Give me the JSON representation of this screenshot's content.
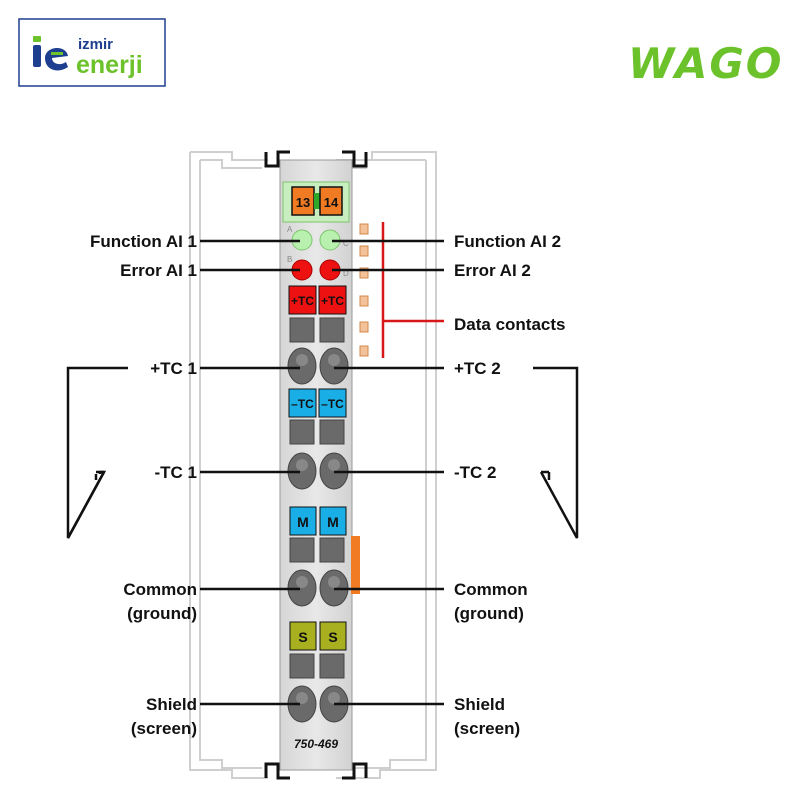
{
  "logos": {
    "izmir_line1": "izmir",
    "izmir_line2": "enerji",
    "wago": "WAGO"
  },
  "module": {
    "model": "750-469",
    "connector_left": "13",
    "connector_right": "14",
    "led_letters": [
      "A",
      "C",
      "B",
      "D"
    ],
    "tc_plus": "+TC",
    "tc_minus": "–TC",
    "common_key": "M",
    "shield_key": "S"
  },
  "labels": {
    "function_ai1": "Function AI 1",
    "function_ai2": "Function AI 2",
    "error_ai1": "Error AI 1",
    "error_ai2": "Error AI 2",
    "data_contacts": "Data contacts",
    "tc_plus_1": "+TC 1",
    "tc_plus_2": "+TC 2",
    "tc_minus_1": "-TC 1",
    "tc_minus_2": "-TC 2",
    "common_left_1": "Common",
    "common_left_2": "(ground)",
    "common_right_1": "Common",
    "common_right_2": "(ground)",
    "shield_left_1": "Shield",
    "shield_left_2": "(screen)",
    "shield_right_1": "Shield",
    "shield_right_2": "(screen)"
  },
  "colors": {
    "green_brand": "#6cc22a",
    "izmir_blue": "#1e3f8f",
    "led_green": "#b9f0b0",
    "led_red": "#ee1111",
    "tc_plus": "#ee1111",
    "tc_minus": "#19aee6",
    "common": "#19aee6",
    "shield": "#a8b020",
    "connector": "#f07b23",
    "data_line": "#d81818"
  }
}
